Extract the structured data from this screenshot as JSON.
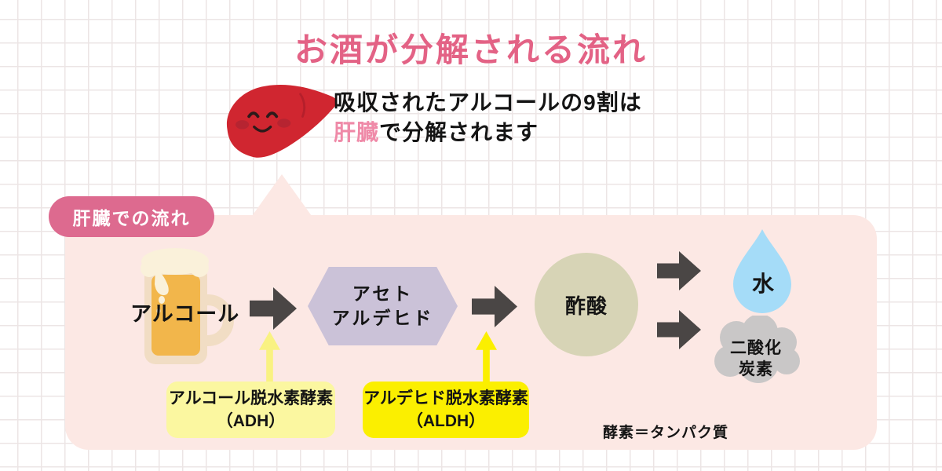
{
  "title": "お酒が分解される流れ",
  "intro": {
    "line1": "吸収されたアルコールの9割は",
    "highlight": "肝臓",
    "line2_rest": "で分解されます"
  },
  "section_badge": "肝臓での流れ",
  "flow": {
    "source_label": "アルコール",
    "acetaldehyde": {
      "line1": "アセト",
      "line2": "アルデヒド"
    },
    "acetic_acid": "酢酸",
    "water": "水",
    "co2": {
      "line1": "二酸化",
      "line2": "炭素"
    }
  },
  "enzymes": {
    "adh": {
      "line1": "アルコール脱水素酵素",
      "line2": "（ADH）"
    },
    "aldh": {
      "line1": "アルデヒド脱水素酵素",
      "line2": "（ALDH）"
    },
    "note": "酵素＝タンパク質"
  },
  "colors": {
    "title_pink": "#e36285",
    "badge_pink": "#dd6a8f",
    "panel_pink": "#fce8e4",
    "highlight_pink": "#ef8aa8",
    "arrow_gray": "#4a4645",
    "hexagon_purple": "#cbc2d8",
    "acetic_circle_beige": "#d7d4b6",
    "water_blue": "#a5dcf8",
    "cloud_gray": "#c9c7c7",
    "adh_pale_yellow": "#fbf7a0",
    "aldh_bright_yellow": "#fbef00",
    "liver_red": "#d02630",
    "beer_gold": "#f2b64b"
  }
}
